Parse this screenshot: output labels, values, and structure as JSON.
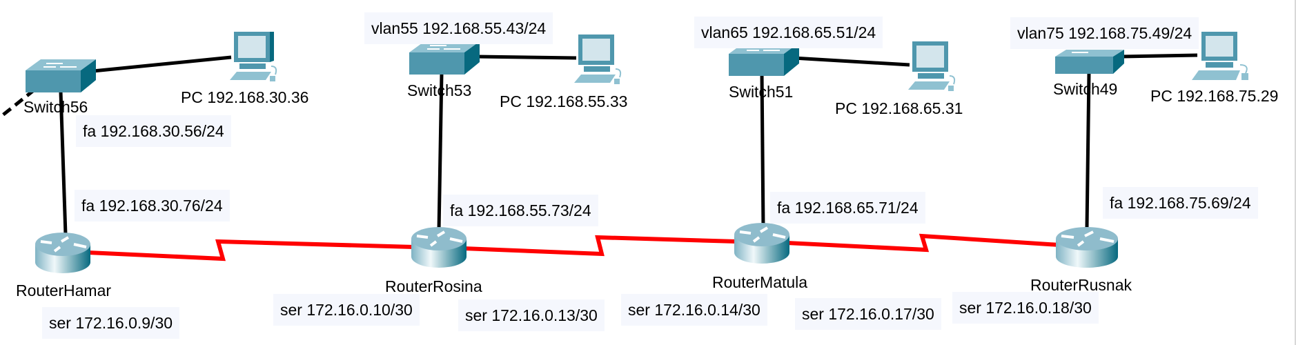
{
  "devices": {
    "switch56": {
      "name": "Switch56"
    },
    "switch53": {
      "name": "Switch53"
    },
    "switch51": {
      "name": "Switch51"
    },
    "switch49": {
      "name": "Switch49"
    },
    "pc30": {
      "name": "PC 192.168.30.36"
    },
    "pc55": {
      "name": "PC 192.168.55.33"
    },
    "pc65": {
      "name": "PC 192.168.65.31"
    },
    "pc75": {
      "name": "PC 192.168.75.29"
    },
    "router_hamar": {
      "name": "RouterHamar"
    },
    "router_rosina": {
      "name": "RouterRosina"
    },
    "router_matula": {
      "name": "RouterMatula"
    },
    "router_rusnak": {
      "name": "RouterRusnak"
    }
  },
  "notes": {
    "switch56_fa": "fa 192.168.30.56/24",
    "hamar_fa": "fa 192.168.30.76/24",
    "hamar_ser": "ser 172.16.0.9/30",
    "vlan55": "vlan55 192.168.55.43/24",
    "rosina_fa": "fa 192.168.55.73/24",
    "rosina_ser1": "ser 172.16.0.10/30",
    "rosina_ser2": "ser 172.16.0.13/30",
    "vlan65": "vlan65 192.168.65.51/24",
    "matula_fa": "fa 192.168.65.71/24",
    "matula_ser1": "ser 172.16.0.14/30",
    "matula_ser2": "ser 172.16.0.17/30",
    "vlan75": "vlan75 192.168.75.49/24",
    "rusnak_fa": "fa 192.168.75.69/24",
    "rusnak_ser": "ser 172.16.0.18/30"
  },
  "colors": {
    "serial_link": "#ff0000",
    "ethernet_link": "#000000",
    "device": "#4f97ad",
    "note_bg": "#f5f7fd"
  }
}
